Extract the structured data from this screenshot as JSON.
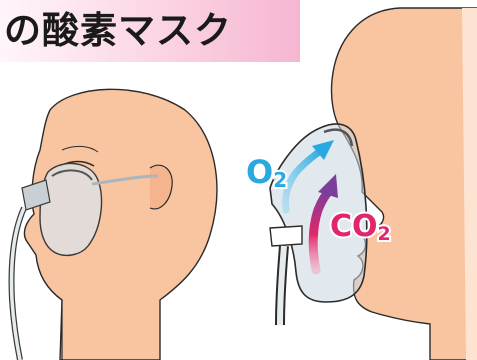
{
  "title": "の酸素マスク",
  "labels": {
    "o2_main": "O",
    "o2_sub": "2",
    "co2_main": "CO",
    "co2_sub": "2"
  },
  "colors": {
    "skin": "#f9c4a0",
    "skin_outline": "#2b2b2b",
    "oxygen_arrow": "#29a9e1",
    "co2_arrow": "#e2266b",
    "co2_arrow_top": "#7a3e9d",
    "title_band": "#f6b6d1"
  }
}
